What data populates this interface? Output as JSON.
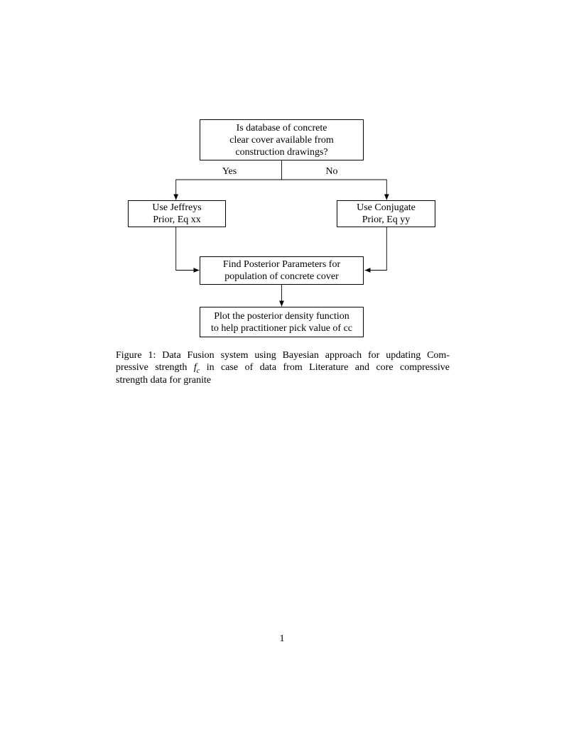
{
  "colors": {
    "ink": "#000000",
    "paper": "#ffffff"
  },
  "flowchart": {
    "nodes": {
      "decision": {
        "lines": [
          "Is database of concrete",
          "clear cover available from",
          "construction drawings?"
        ]
      },
      "jeffreys": {
        "lines": [
          "Use Jeffreys",
          "Prior, Eq xx"
        ]
      },
      "conjugate": {
        "lines": [
          "Use Conjugate",
          "Prior, Eq yy"
        ]
      },
      "posterior": {
        "lines": [
          "Find Posterior Parameters for",
          "population of concrete cover"
        ]
      },
      "plot": {
        "lines": [
          "Plot the posterior density function",
          "to help practitioner pick value of cc"
        ]
      }
    },
    "edge_labels": {
      "yes": "Yes",
      "no": "No"
    }
  },
  "caption": {
    "line1": "Figure 1: Data Fusion system using Bayesian approach for updating Com-",
    "line2_pre": "pressive strength ",
    "math_f": "f",
    "math_sub": "c",
    "line2_post": " in case of data from Literature and core compressive",
    "line3": "strength data for granite"
  },
  "page": {
    "number": "1"
  }
}
